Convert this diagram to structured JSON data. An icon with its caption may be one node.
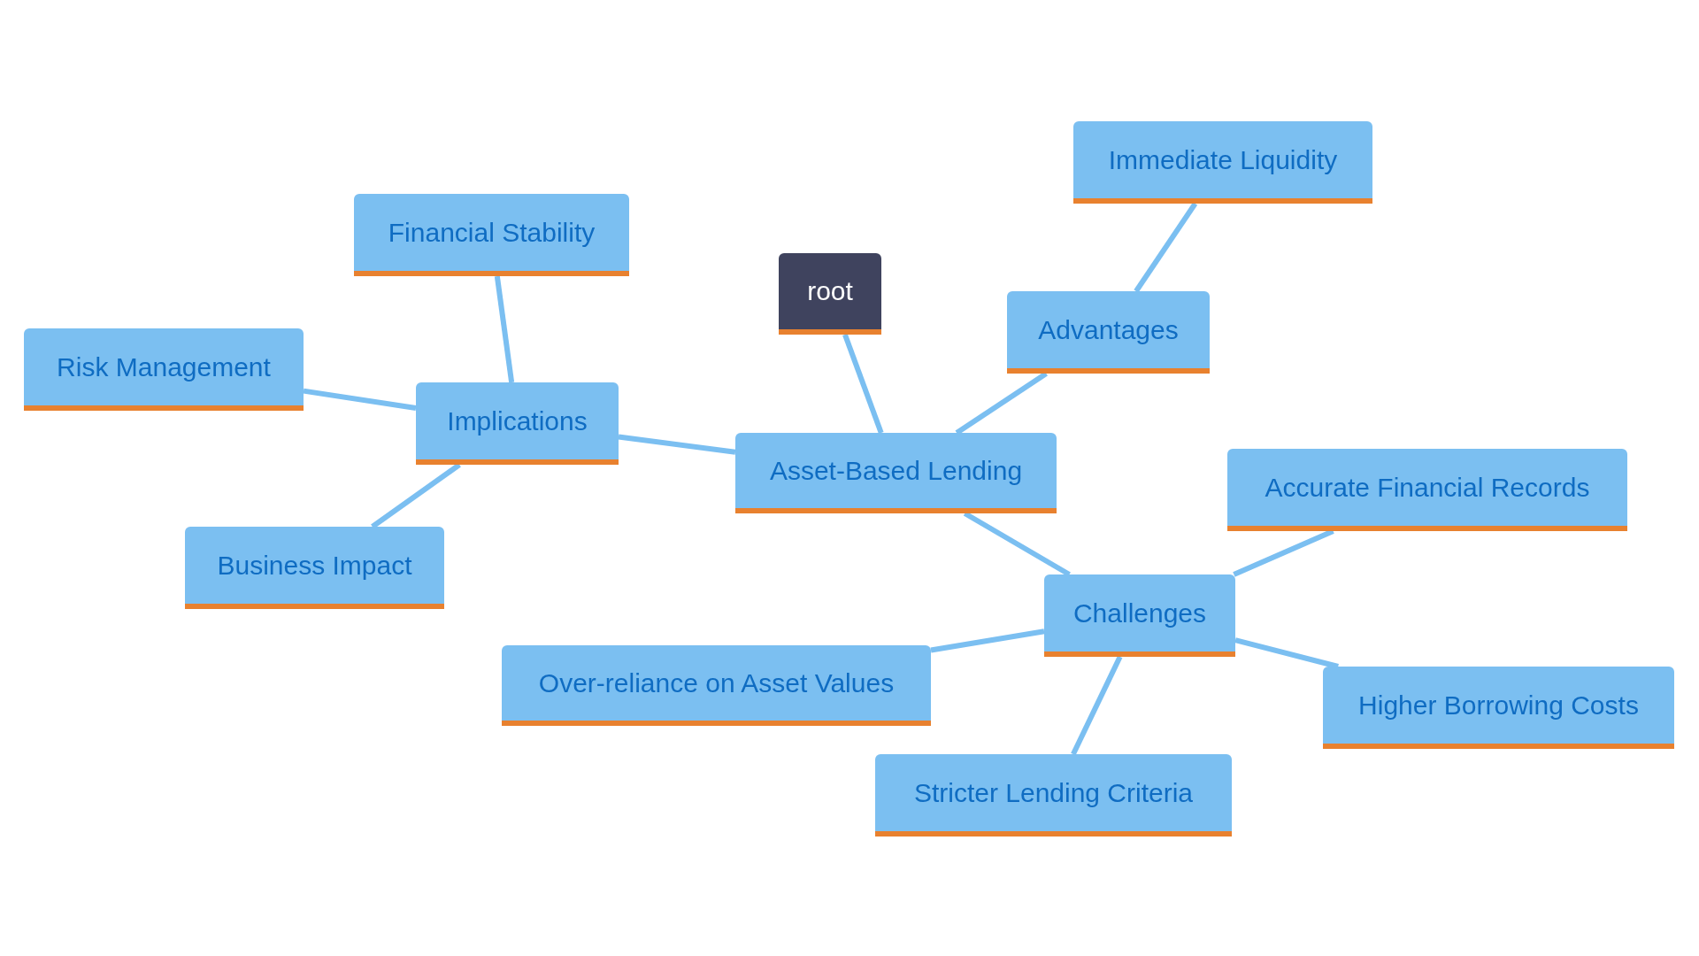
{
  "diagram": {
    "nodes": [
      {
        "text": [
          "root"
        ]
      },
      {
        "text": [
          "Asset-Based Lending"
        ]
      },
      {
        "text": [
          "Advantages"
        ]
      },
      {
        "text": [
          "Immediate Liquidity"
        ]
      },
      {
        "text": [
          "Implications"
        ]
      },
      {
        "text": [
          "Financial Stability"
        ]
      },
      {
        "text": [
          "Risk Management"
        ]
      },
      {
        "text": [
          "Business Impact"
        ]
      },
      {
        "text": [
          "Challenges"
        ]
      },
      {
        "text": [
          "Accurate Financial Records"
        ]
      },
      {
        "text": [
          "Over-reliance on Asset Values"
        ]
      },
      {
        "text": [
          "Higher Borrowing Costs"
        ]
      },
      {
        "text": [
          "Stricter Lending Criteria"
        ]
      }
    ],
    "edges": [
      {
        "from": 0,
        "to": 1,
        "arrow": "none"
      },
      {
        "from": 1,
        "to": 2,
        "arrow": "none"
      },
      {
        "from": 2,
        "to": 3,
        "arrow": "none"
      },
      {
        "from": 1,
        "to": 4,
        "arrow": "none"
      },
      {
        "from": 4,
        "to": 5,
        "arrow": "none"
      },
      {
        "from": 4,
        "to": 6,
        "arrow": "none"
      },
      {
        "from": 4,
        "to": 7,
        "arrow": "none"
      },
      {
        "from": 1,
        "to": 8,
        "arrow": "none"
      },
      {
        "from": 8,
        "to": 9,
        "arrow": "none"
      },
      {
        "from": 8,
        "to": 10,
        "arrow": "none"
      },
      {
        "from": 8,
        "to": 11,
        "arrow": "none"
      },
      {
        "from": 8,
        "to": 12,
        "arrow": "none"
      }
    ]
  }
}
